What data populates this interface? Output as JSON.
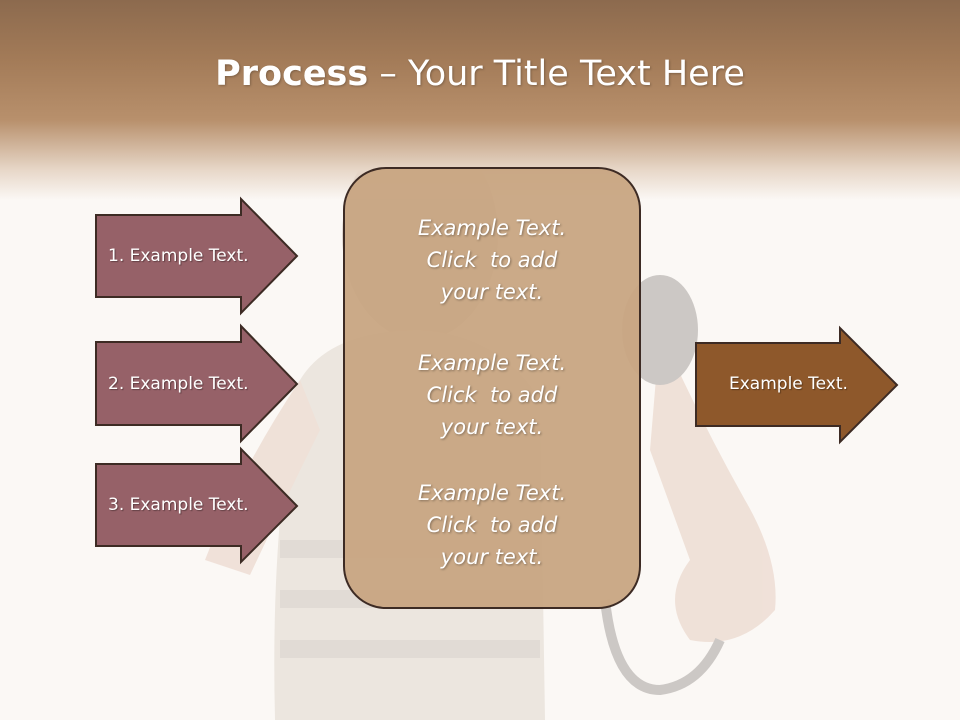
{
  "title": {
    "bold": "Process",
    "rest": " – Your Title Text Here"
  },
  "colors": {
    "input_arrow_fill": "#966168",
    "output_arrow_fill": "#8e582b",
    "center_block_fill": "#c8a582",
    "outline": "#3d2b24"
  },
  "inputs": [
    {
      "label": "1. Example Text."
    },
    {
      "label": "2. Example Text."
    },
    {
      "label": "3. Example Text."
    }
  ],
  "center_block": {
    "paragraphs": [
      {
        "line1": "Example Text.",
        "line2": "Click  to add",
        "line3": "your text."
      },
      {
        "line1": "Example Text.",
        "line2": "Click  to add",
        "line3": "your text."
      },
      {
        "line1": "Example Text.",
        "line2": "Click  to add",
        "line3": "your text."
      }
    ]
  },
  "output": {
    "label": "Example Text."
  },
  "background_image": "woman-with-camera-photo"
}
